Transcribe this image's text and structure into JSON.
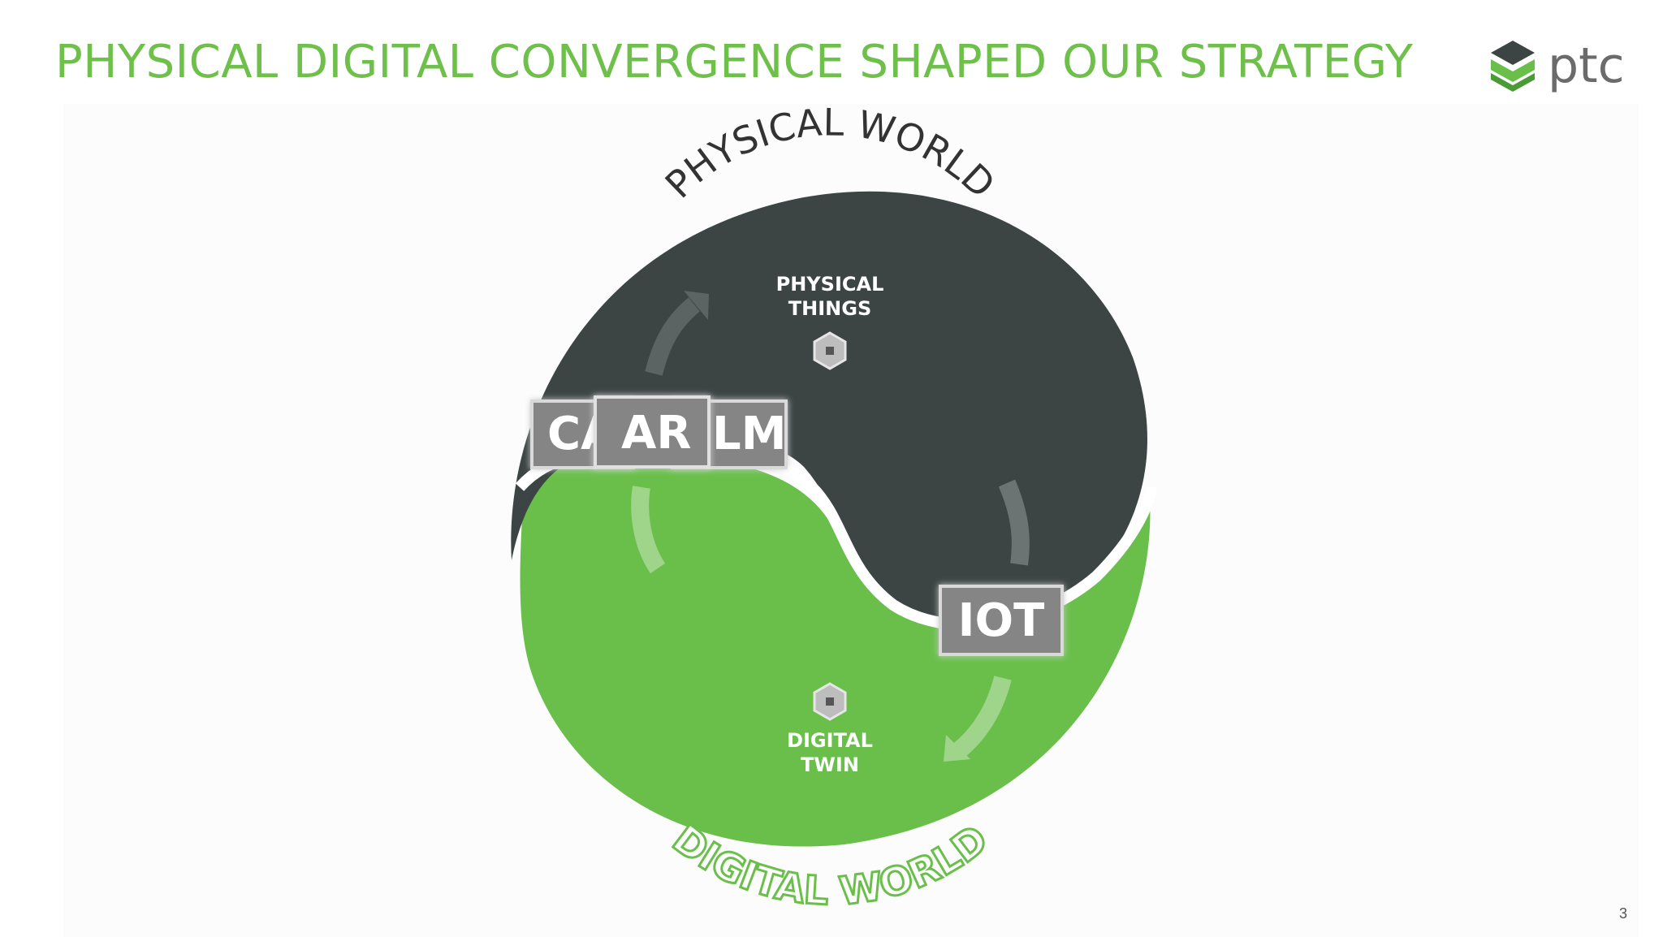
{
  "slide": {
    "title": "PHYSICAL DIGITAL CONVERGENCE SHAPED OUR STRATEGY",
    "page_number": "3"
  },
  "logo": {
    "text": "ptc",
    "icon": "ptc-stack-icon"
  },
  "diagram": {
    "top_arc_label": "PHYSICAL WORLD",
    "bottom_arc_label": "DIGITAL WORLD",
    "physical_things": [
      "PHYSICAL",
      "THINGS"
    ],
    "digital_twin": [
      "DIGITAL",
      "TWIN"
    ],
    "tags": [
      "CAD",
      "AR",
      "PLM",
      "IOT"
    ],
    "colors": {
      "dark": "#3d4444",
      "green": "#6abf4b",
      "title_green": "#6ec04b",
      "tag_gray": "#858585"
    },
    "icons": [
      "hexagon-icon",
      "arrow-up-icon",
      "arrow-down-icon"
    ]
  }
}
